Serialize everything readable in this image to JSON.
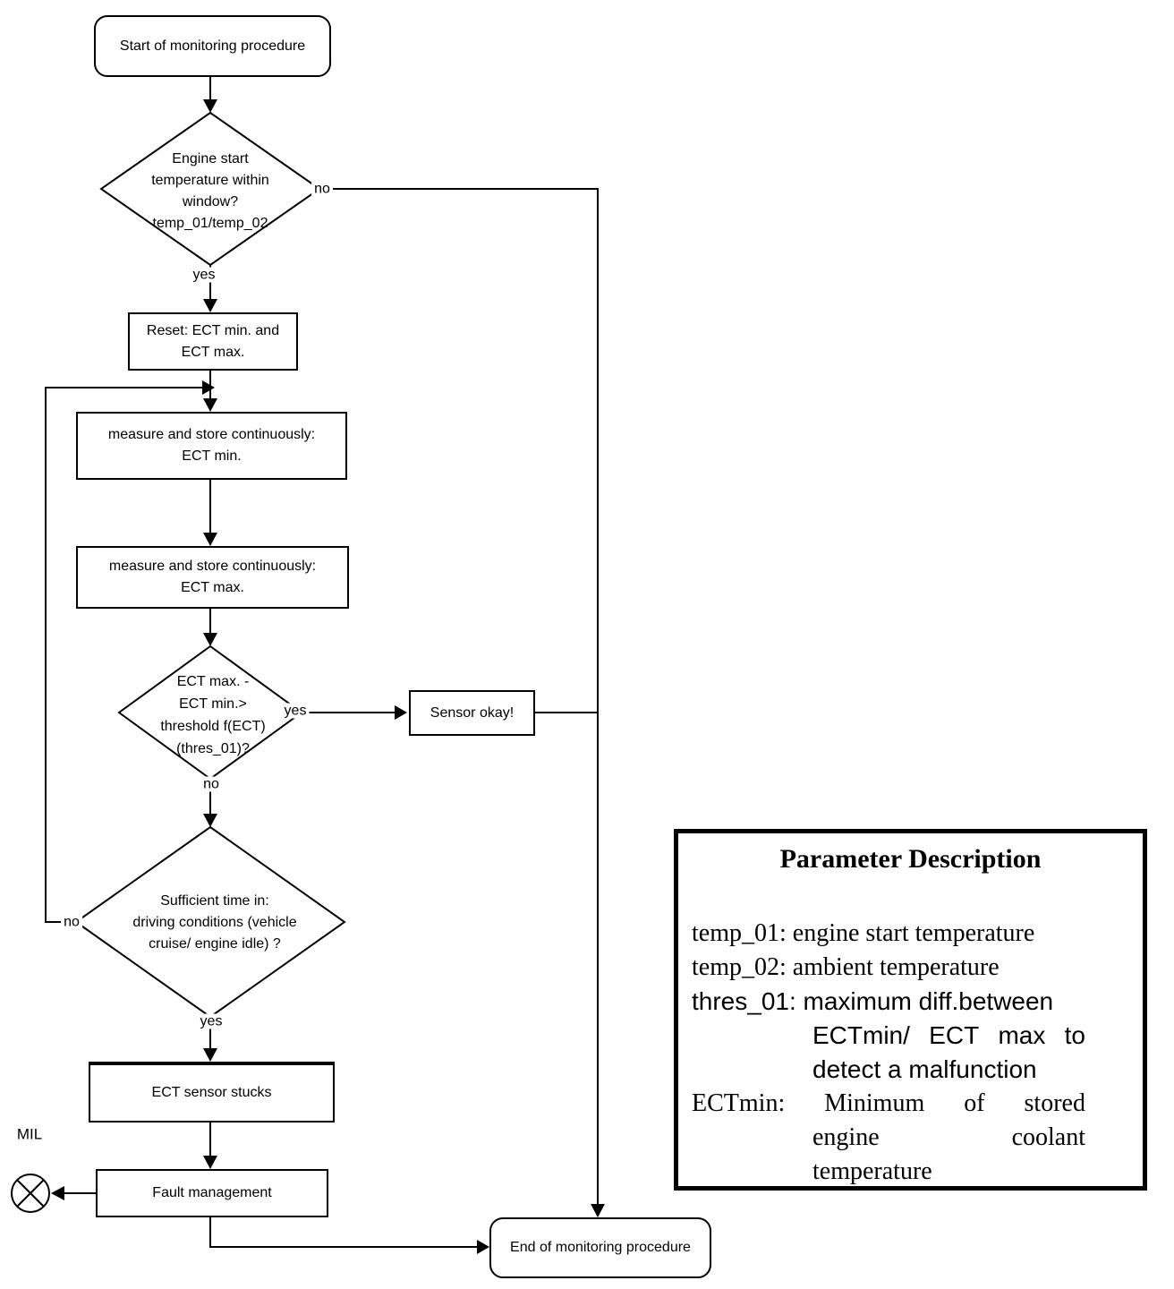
{
  "flowchart": {
    "start": "Start of monitoring procedure",
    "decision_temp_window": [
      "Engine start",
      "temperature within",
      "window?",
      "temp_01/temp_02"
    ],
    "reset": [
      "Reset: ECT min. and",
      "ECT max."
    ],
    "measure_min": [
      "measure and store continuously:",
      "ECT min."
    ],
    "measure_max": [
      "measure and store continuously:",
      "ECT max."
    ],
    "decision_threshold": [
      "ECT max. -",
      "ECT min.>",
      "threshold f(ECT)",
      "(thres_01)?"
    ],
    "sensor_okay": "Sensor okay!",
    "decision_time": [
      "Sufficient time in:",
      "driving conditions (vehicle",
      "cruise/ engine idle) ?"
    ],
    "sensor_stucks": "ECT sensor stucks",
    "fault_management": "Fault management",
    "end": "End of monitoring procedure",
    "labels": {
      "no_temp_window": "no",
      "yes_temp_window": "yes",
      "yes_threshold": "yes",
      "no_threshold": "no",
      "no_time": "no",
      "yes_time": "yes",
      "mil": "MIL"
    }
  },
  "parameter_box": {
    "title": "Parameter Description",
    "lines": {
      "l1": "temp_01: engine start temperature",
      "l2": "temp_02: ambient temperature",
      "l3": "thres_01: maximum diff.between",
      "l4": [
        "ECTmin/",
        "ECT",
        "max",
        "to"
      ],
      "l5": "detect a malfunction",
      "l6": [
        "ECTmin:",
        "Minimum",
        "of",
        "stored"
      ],
      "l7": [
        "engine",
        "coolant"
      ],
      "l8": "temperature"
    }
  },
  "colors": {
    "ink": "#000000",
    "background": "#ffffff"
  }
}
